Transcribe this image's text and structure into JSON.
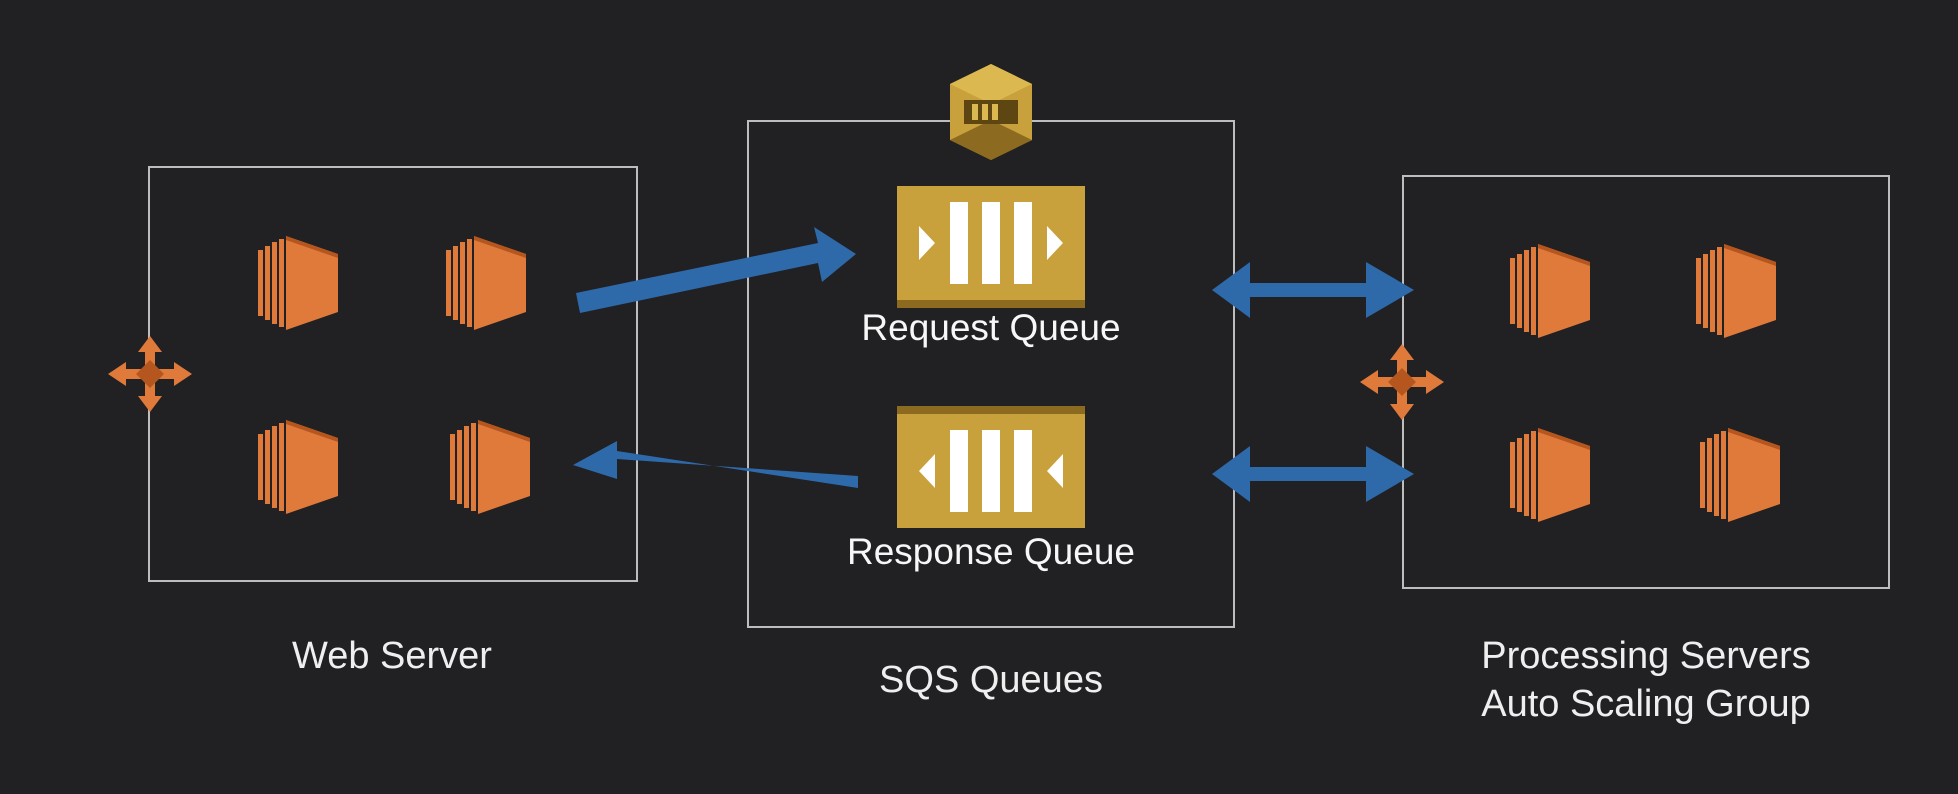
{
  "diagram": {
    "groups": [
      {
        "id": "web",
        "label": "Web Server"
      },
      {
        "id": "sqs",
        "label": "SQS Queues"
      },
      {
        "id": "processing",
        "label_line1": "Processing Servers",
        "label_line2": "Auto Scaling Group"
      }
    ],
    "queues": {
      "request": "Request Queue",
      "response": "Response Queue"
    },
    "colors": {
      "background": "#212023",
      "box_border": "#bdbdbd",
      "ec2_orange": "#e07a3b",
      "ec2_dark": "#b5561f",
      "queue_gold": "#c8a03c",
      "queue_dark": "#8c6a1f",
      "arrow_blue": "#2e6aaa",
      "label_text": "#efefef"
    },
    "icons": {
      "server": "ec2-instance-icon",
      "balancer": "load-balancer-icon",
      "sqs": "sqs-logo-icon",
      "queue": "queue-icon"
    }
  }
}
